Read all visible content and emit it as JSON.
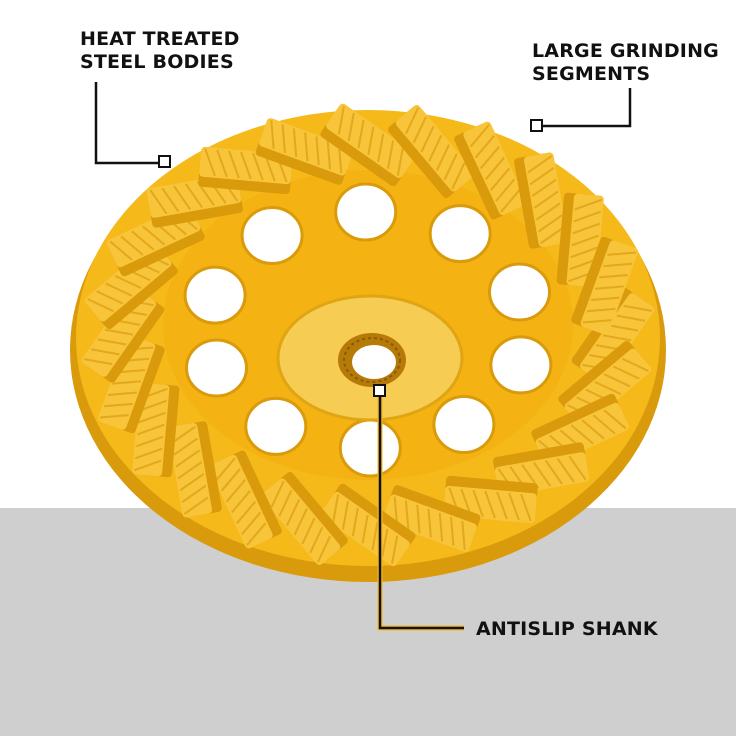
{
  "callouts": {
    "heat_treated": {
      "line1": "HEAT TREATED",
      "line2": "STEEL BODIES"
    },
    "large_grinding": {
      "line1": "LARGE GRINDING",
      "line2": "SEGMENTS"
    },
    "antislip": {
      "line1": "ANTISLIP SHANK"
    }
  },
  "colors": {
    "wheel_yellow": "#f5b91a",
    "wheel_shadow": "#d99a0c",
    "segment_yellow": "#f7c43a",
    "floor_gray": "#cfcfcf",
    "leader_line": "#111111",
    "leader_accent": "#f5b91a"
  },
  "segment_count": 24,
  "hole_count": 10
}
